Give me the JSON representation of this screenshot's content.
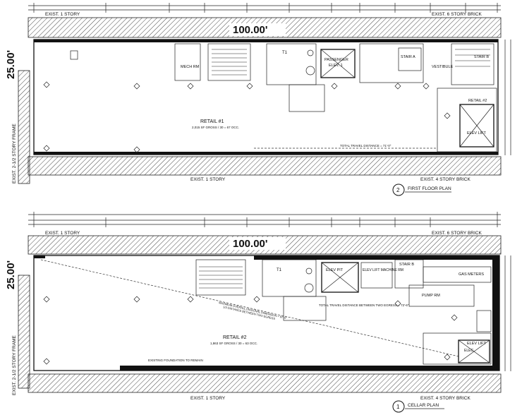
{
  "first_floor": {
    "dim_top": "100.00'",
    "dim_side": "25.00'",
    "neighbor_top_left": "EXIST. 1 STORY",
    "neighbor_top_right": "EXIST. 6 STORY BRICK",
    "neighbor_bottom_left": "EXIST. 1 STORY",
    "neighbor_bottom_right": "EXIST. 4 STORY BRICK",
    "side_label": "EXIST. 2-1/2 STORY FRAME",
    "retail_name": "RETAIL #1",
    "retail_area": "2,015 SF GROSS / 30 = 67 OCC.",
    "travel_note": "TOTAL TRAVEL DISTANCE = 71'-0\"",
    "rooms": {
      "mech": "MECH RM",
      "toilet": "T1",
      "passenger": "PASSENGER",
      "elev": "ELEV. 1",
      "stair_a": "STAIR A",
      "stair_b": "STAIR B",
      "vestibule": "VESTIBULE",
      "retail2_partial": "RETAIL #2",
      "elev_lift": "ELEV LIFT"
    },
    "callout_number": "2",
    "callout_title": "FIRST FLOOR PLAN"
  },
  "cellar": {
    "dim_top": "100.00'",
    "dim_side": "25.00'",
    "neighbor_top_left": "EXIST. 1 STORY",
    "neighbor_top_right": "EXIST. 6 STORY BRICK",
    "neighbor_bottom_left": "EXIST. 1 STORY",
    "neighbor_bottom_right": "EXIST. 4 STORY BRICK",
    "side_label": "EXIST. 2-1/2 STORY FRAME",
    "retail_name": "RETAIL #2",
    "retail_area": "1,863 SF GROSS / 30 = 63 OCC.",
    "foundation_note": "EXISTING FOUNDATION TO REMAIN",
    "diagonal_note": "MAXIMUM OVERALL DIAGONAL DIMENSION = 97'-0\"",
    "diagonal_note2": "1/3 DISTANCE BETWEEN TWO EGRESS",
    "travel_note": "TOTAL TRAVEL DISTANCE BETWEEN TWO EGRESS = 72'-6\"",
    "rooms": {
      "toilet": "T1",
      "elev_pit": "ELEV PIT",
      "elev_lift_machine": "ELEV LIFT MACHINE RM",
      "stair_b": "STAIR B",
      "gas_meters": "GAS METERS",
      "pump_rm": "PUMP RM",
      "elec": "ELEC",
      "elev_lift": "ELEV LIFT"
    },
    "callout_number": "1",
    "callout_title": "CELLAR PLAN"
  }
}
